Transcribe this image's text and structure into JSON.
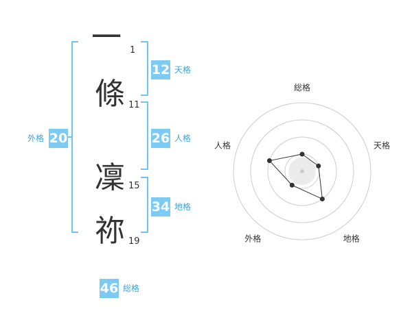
{
  "name": {
    "characters": [
      {
        "char": "一",
        "strokes": "1"
      },
      {
        "char": "條",
        "strokes": "11"
      },
      {
        "char": "凜",
        "strokes": "15"
      },
      {
        "char": "祢",
        "strokes": "19"
      }
    ]
  },
  "fortunes": {
    "tenkaku": {
      "value": "12",
      "label": "天格"
    },
    "jinkaku": {
      "value": "26",
      "label": "人格"
    },
    "chikaku": {
      "value": "34",
      "label": "地格"
    },
    "gaikaku": {
      "value": "20",
      "label": "外格"
    },
    "soukaku": {
      "value": "46",
      "label": "総格"
    }
  },
  "chart_data": {
    "type": "radar",
    "axes": [
      "総格",
      "天格",
      "地格",
      "外格",
      "人格"
    ],
    "rings": 4,
    "range": [
      0,
      4
    ],
    "values": [
      1,
      1,
      2,
      1,
      2
    ],
    "colors": {
      "line": "#333333",
      "point": "#333333",
      "center": "#dddddd",
      "ring": "#cccccc"
    }
  },
  "colors": {
    "accent": "#7ccbf5",
    "bracket": "#6cc4f3",
    "label": "#3aa6e0"
  }
}
